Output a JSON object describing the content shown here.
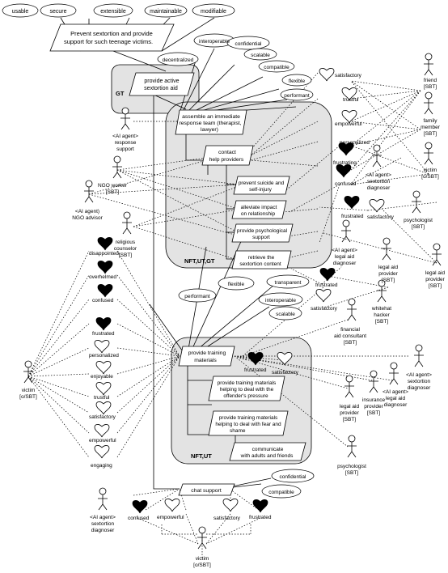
{
  "top_goal": {
    "line1": "Prevent sextortion and provide",
    "line2": "support for such teenage victims."
  },
  "top_qualities": [
    "usable",
    "secure",
    "extensible",
    "maintainable",
    "modifiable"
  ],
  "gt_label": "GT",
  "gt_goal": {
    "line1": "provide active",
    "line2": "sextortion aid"
  },
  "upper_qualities": [
    "decentralized",
    "interoperable",
    "confidential",
    "scalable",
    "compatible",
    "flexible",
    "performant"
  ],
  "nft_ut_gt": {
    "label": "NFT,UT,GT",
    "assemble": [
      "assemble an immediate",
      "response team (therapist,",
      "lawyer)"
    ],
    "contact": [
      "contact",
      "help providers"
    ],
    "prevent": [
      "prevent suicide and",
      "self-injury"
    ],
    "alleviate": [
      "alleviate impact",
      "on relationship"
    ],
    "psych": [
      "provide psychological",
      "support"
    ],
    "retrieve": [
      "retrieve the",
      "sextortion content"
    ]
  },
  "right_emotions": [
    "satisfactory",
    "trustful",
    "empowerful",
    "personalized",
    "frustrating",
    "confused",
    "frustrated",
    "satisfactory",
    "frustrated",
    "satisfactory"
  ],
  "left_emotions": [
    "disappointed",
    "overhelmed",
    "confused",
    "frustrated",
    "personalized",
    "enjoyable",
    "trustful",
    "satisfactory",
    "empowerful",
    "engaging"
  ],
  "bottom_emotions": [
    "confused",
    "empowerful",
    "satisfactory",
    "frustrated"
  ],
  "actors": {
    "ai_response": [
      "<AI agent>",
      "response",
      "support"
    ],
    "ngo_worker": [
      "NGO worker",
      "[SBT]"
    ],
    "ai_ngo": [
      "<AI agent)",
      "NGO advisor"
    ],
    "religious": [
      "religious",
      "counselor",
      "[SBT]"
    ],
    "friend": [
      "friend",
      "[SBT]"
    ],
    "family": [
      "family",
      "member",
      "[SBT]"
    ],
    "victim_r": [
      "victim",
      "[o/SBT]"
    ],
    "ai_diag1": [
      "<AI agent>",
      "sextortion",
      "diagnoser"
    ],
    "psych_r": [
      "psychologist",
      "[SBT]"
    ],
    "legal_prov_r": [
      "legal aid",
      "provider",
      "[SBT]"
    ],
    "ai_legal1": [
      "<AI agent>",
      "legal aid",
      "diagnoser"
    ],
    "legal_prov_m": [
      "legal aid",
      "provider",
      "[SBT]"
    ],
    "whitehat": [
      "whitehat",
      "hacker",
      "[SBT]"
    ],
    "fin_consult": [
      "financial",
      "aid consultant",
      "[SBT]"
    ],
    "victim_l": [
      "victim",
      "[o/SBT]"
    ],
    "ai_diag2": [
      "<AI agent>",
      "sextortion",
      "diagnoser"
    ],
    "ai_legal2": [
      "<AI agent>",
      "legal aid",
      "diagnoser"
    ],
    "insurance": [
      "insurance",
      "provider",
      "[SBT]"
    ],
    "legal_prov_b": [
      "legal aid",
      "provider",
      "[SBT]"
    ],
    "psych_b": [
      "psychologist",
      "[SBT]"
    ],
    "ai_diag3": [
      "<AI agent>",
      "sextortion",
      "diagnoser"
    ],
    "victim_b": [
      "victim",
      "[o/SBT]"
    ]
  },
  "training_qualities": [
    "flexible",
    "transparent",
    "performant",
    "interoperable",
    "scalable"
  ],
  "nft_ut": {
    "label": "NFT,UT",
    "training": [
      "provide training",
      "materials"
    ],
    "training_emotions": [
      "frustrated",
      "satisfactory"
    ],
    "pressure": [
      "provide training materials",
      "helping to deal with the",
      "offender's pressure"
    ],
    "fear": [
      "provide training materials",
      "helping to deal with fear and",
      "shame"
    ],
    "communicate": [
      "communicate",
      "with adults and friends"
    ]
  },
  "chat": {
    "label": "chat support",
    "qualities": [
      "confidential",
      "compatible"
    ]
  }
}
